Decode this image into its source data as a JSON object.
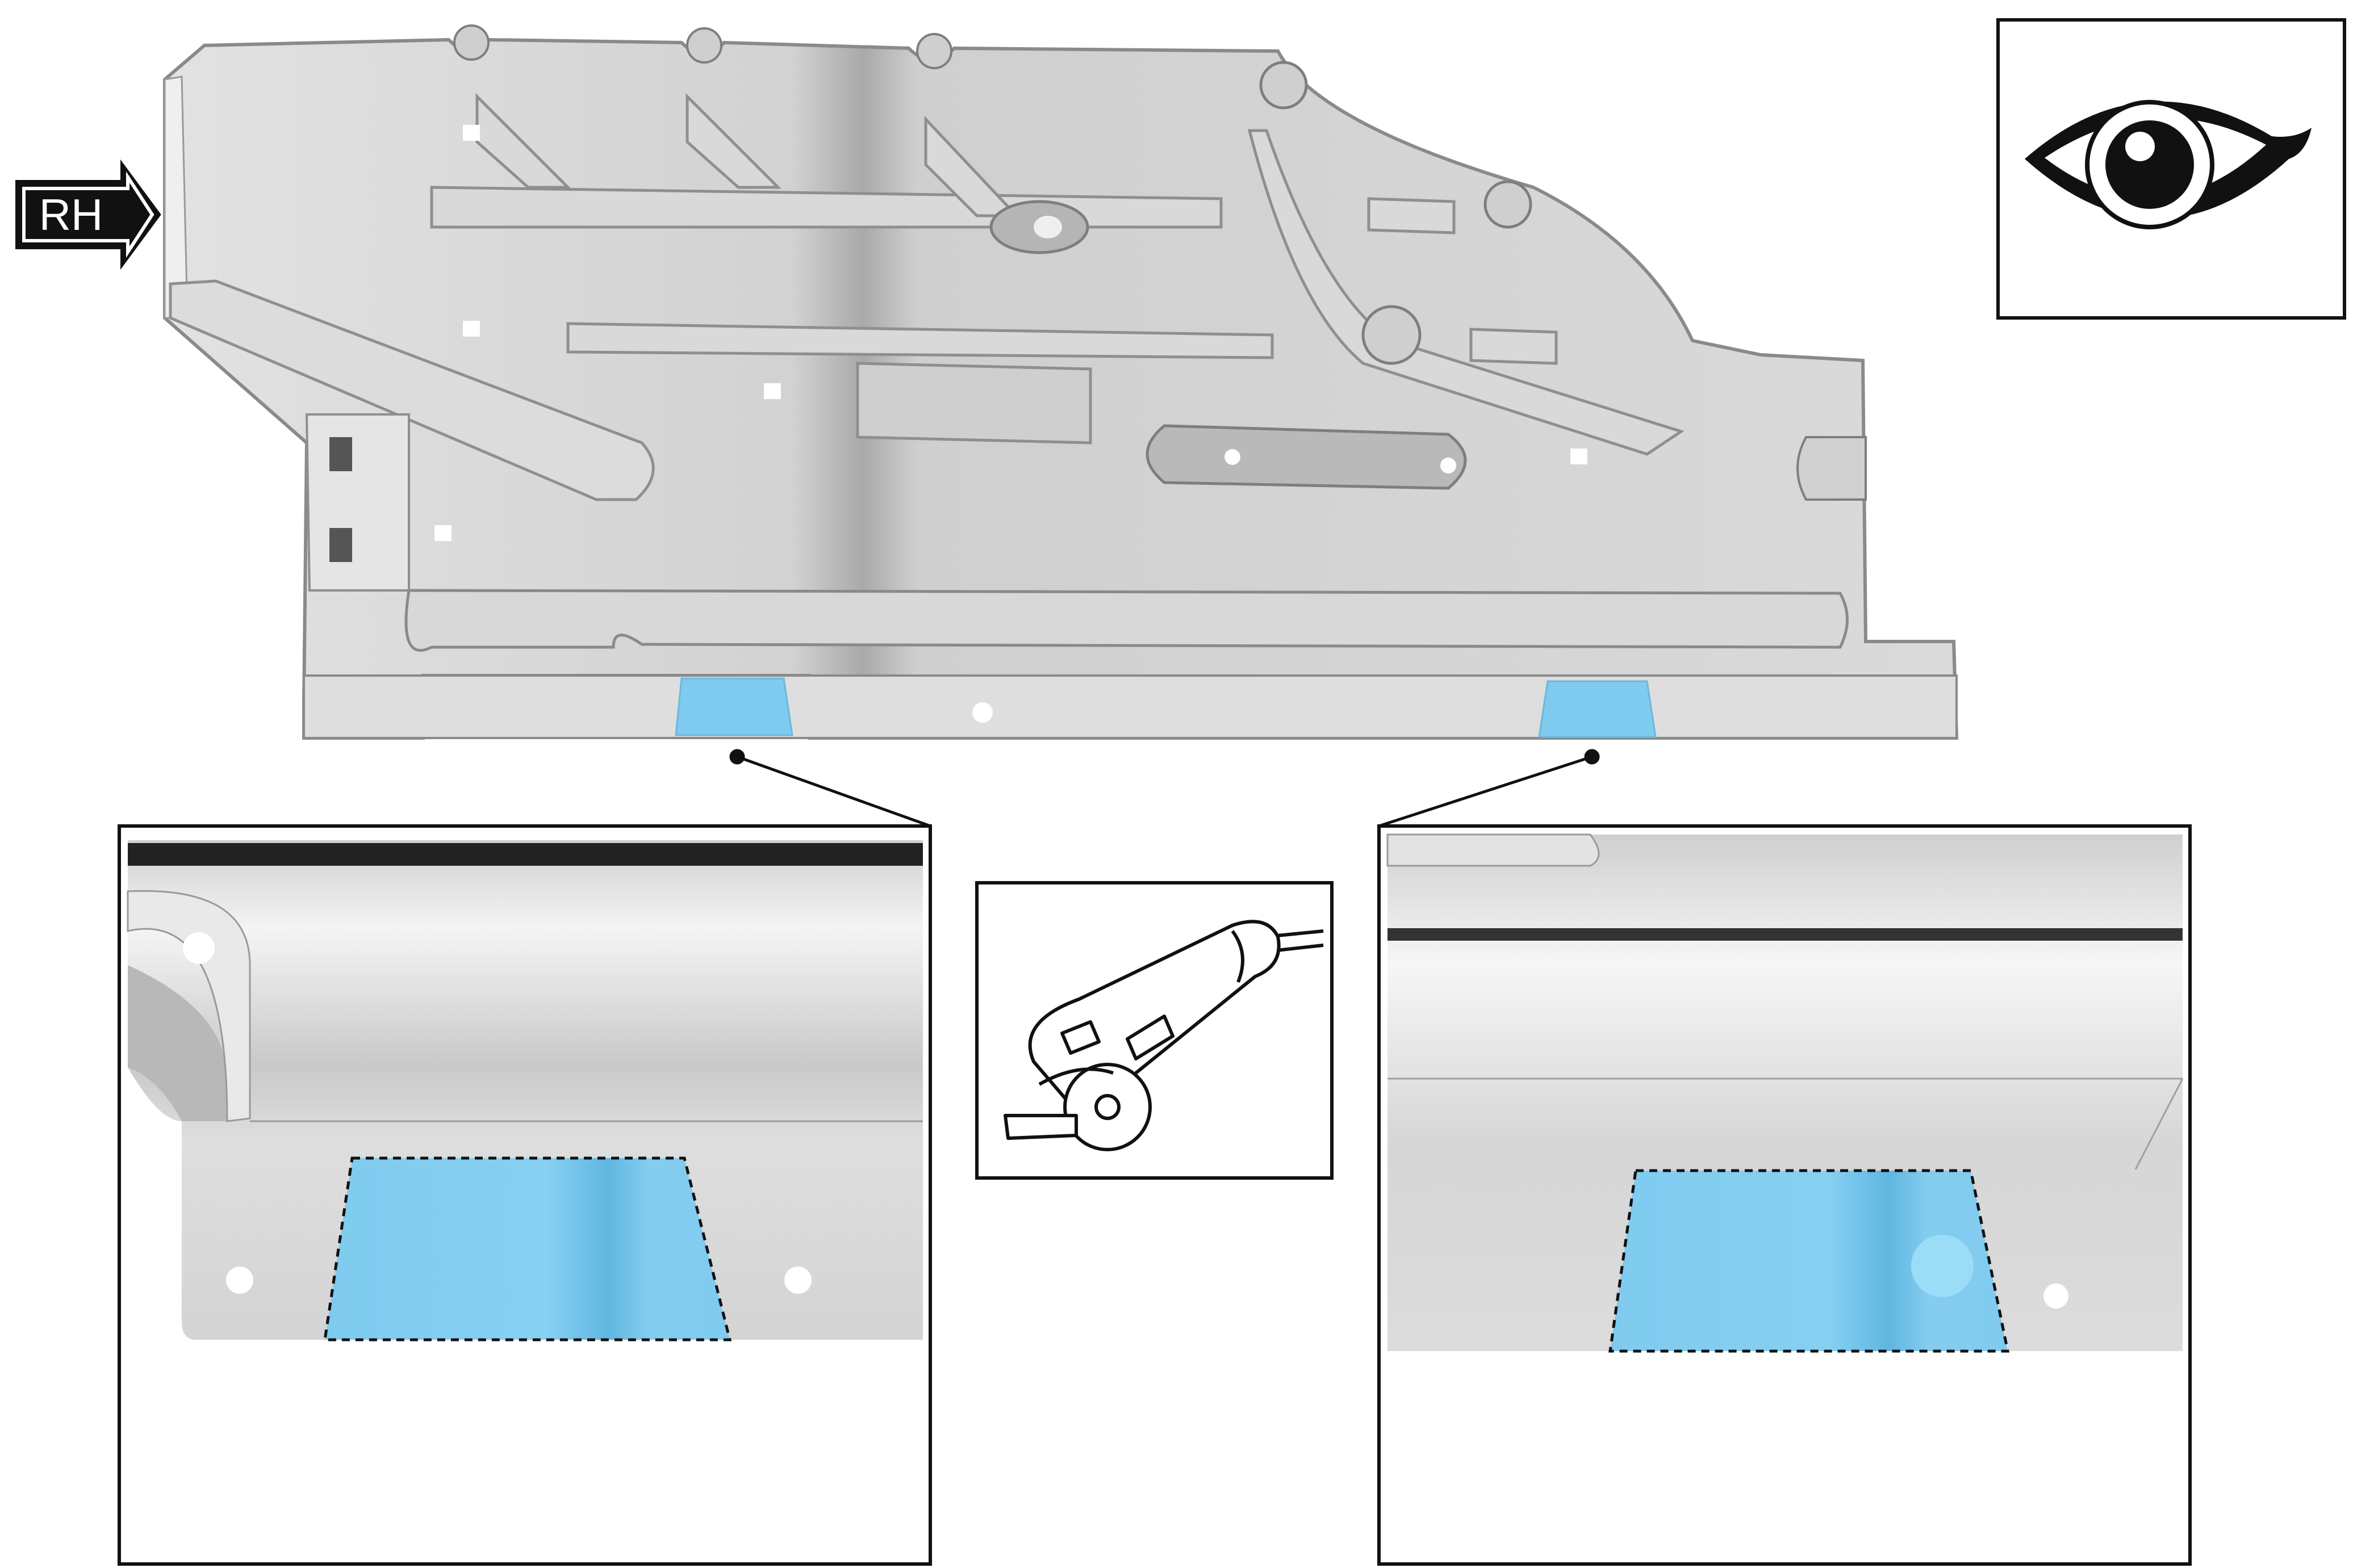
{
  "direction_badge": {
    "label": "RH"
  },
  "colors": {
    "panel_fill": "#d5d5d5",
    "panel_shadow": "#b0b0b0",
    "highlight_area": "#7fcbef",
    "outline": "#1a1a1a",
    "badge_fill": "#111111",
    "badge_text": "#ffffff"
  },
  "icons": {
    "view_indicator": "eye-icon",
    "tool": "cut-off-wheel-tool-icon",
    "direction": "arrow-right-icon"
  },
  "details": [
    {
      "name": "detail-left-cut-area"
    },
    {
      "name": "detail-right-cut-area"
    }
  ]
}
